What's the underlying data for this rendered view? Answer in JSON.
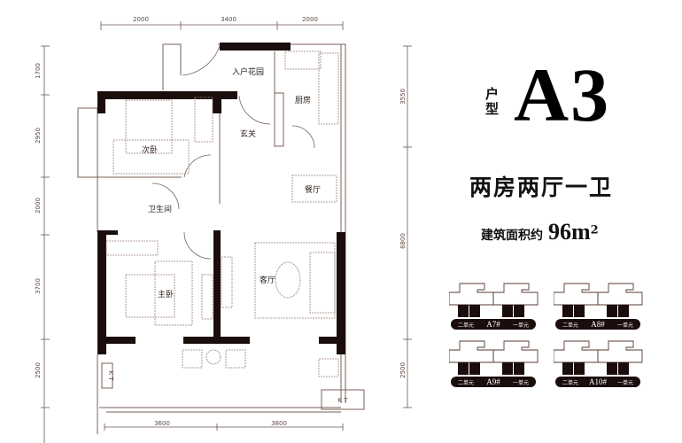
{
  "unit_type": {
    "label": "户型",
    "code": "A3"
  },
  "layout": "两房两厅一卫",
  "area": {
    "label": "建筑面积约",
    "value": "96m",
    "unit_sup": "2"
  },
  "dimensions": {
    "top": [
      "2000",
      "3400",
      "2000"
    ],
    "left": [
      "1700",
      "2950",
      "2000",
      "3700",
      "2500"
    ],
    "right": [
      "3550",
      "6800",
      "2500"
    ],
    "bottom": [
      "3600",
      "3800"
    ]
  },
  "rooms": {
    "garden": "入户花园",
    "kitchen": "厨房",
    "second_bedroom": "次卧",
    "foyer": "玄关",
    "dining": "餐厅",
    "bathroom": "卫生间",
    "master_bedroom": "主卧",
    "living": "客厅",
    "ac1": "K T",
    "ac2": "K T"
  },
  "key_plans": [
    {
      "code": "A7#",
      "left": "二单元",
      "right": "一单元"
    },
    {
      "code": "A8#",
      "left": "二单元",
      "right": "一单元"
    },
    {
      "code": "A9#",
      "left": "二单元",
      "right": "一单元"
    },
    {
      "code": "A10#",
      "left": "二单元",
      "right": "一单元"
    }
  ],
  "colors": {
    "wall": "#1a0d0b",
    "line": "#7a6258",
    "furniture": "#9a7f74"
  }
}
